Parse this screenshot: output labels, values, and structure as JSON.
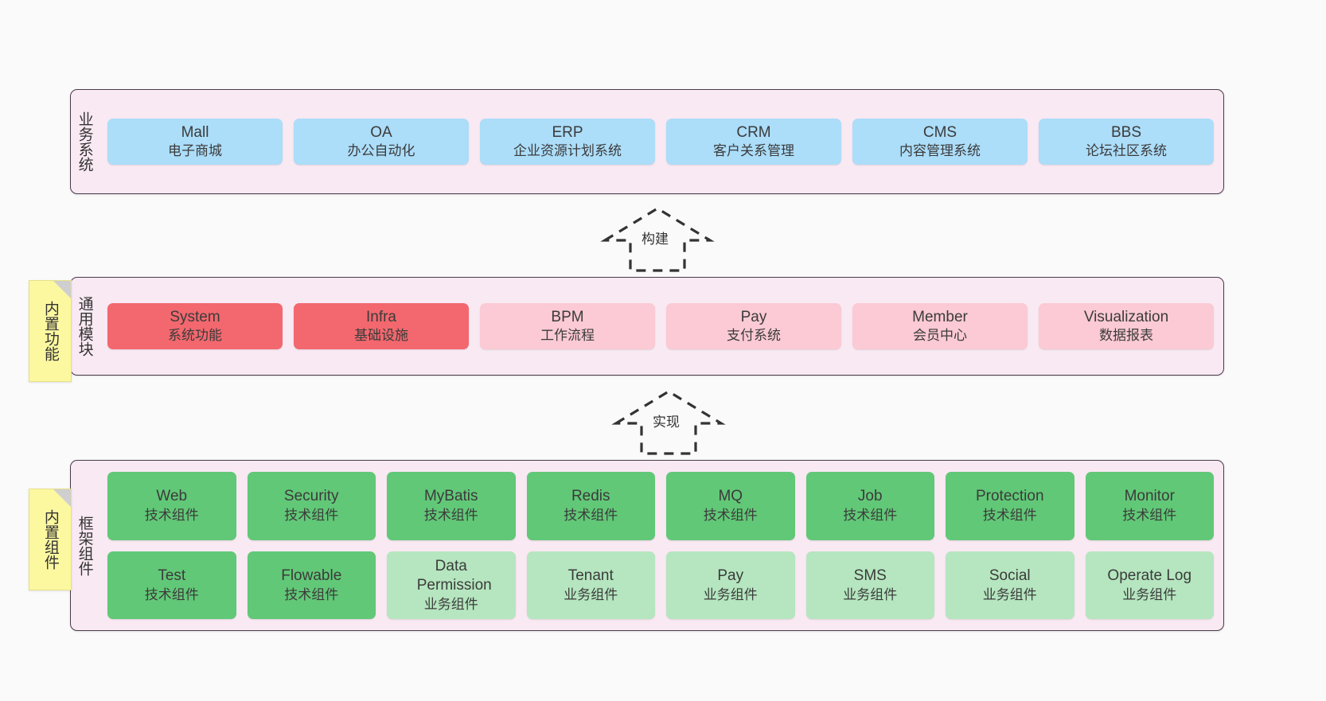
{
  "diagram": {
    "background": "#fafafa",
    "colors": {
      "layer_fill": "#f9e9f3",
      "layer_border": "#4a3b47",
      "blue": "#ACDDF9",
      "red": "#F2686E",
      "pink": "#FBCAD4",
      "green": "#61C877",
      "light_green": "#B5E6BF",
      "note_yellow": "#FCF8A0",
      "note_fold": "#cfcfcf"
    }
  },
  "layers": [
    {
      "id": "business-systems",
      "title": "业务系统",
      "nodes": [
        {
          "name": "Mall",
          "desc": "电子商城"
        },
        {
          "name": "OA",
          "desc": "办公自动化"
        },
        {
          "name": "ERP",
          "desc": "企业资源计划系统"
        },
        {
          "name": "CRM",
          "desc": "客户关系管理"
        },
        {
          "name": "CMS",
          "desc": "内容管理系统"
        },
        {
          "name": "BBS",
          "desc": "论坛社区系统"
        }
      ]
    },
    {
      "id": "common-modules",
      "title": "通用模块",
      "note": "内置功能",
      "nodes": [
        {
          "name": "System",
          "desc": "系统功能"
        },
        {
          "name": "Infra",
          "desc": "基础设施"
        },
        {
          "name": "BPM",
          "desc": "工作流程"
        },
        {
          "name": "Pay",
          "desc": "支付系统"
        },
        {
          "name": "Member",
          "desc": "会员中心"
        },
        {
          "name": "Visualization",
          "desc": "数据报表"
        }
      ]
    },
    {
      "id": "framework-components",
      "title": "框架组件",
      "note": "内置组件",
      "row1": [
        {
          "name": "Web",
          "desc": "技术组件"
        },
        {
          "name": "Security",
          "desc": "技术组件"
        },
        {
          "name": "MyBatis",
          "desc": "技术组件"
        },
        {
          "name": "Redis",
          "desc": "技术组件"
        },
        {
          "name": "MQ",
          "desc": "技术组件"
        },
        {
          "name": "Job",
          "desc": "技术组件"
        },
        {
          "name": "Protection",
          "desc": "技术组件"
        },
        {
          "name": "Monitor",
          "desc": "技术组件"
        }
      ],
      "row2": [
        {
          "name": "Test",
          "desc": "技术组件"
        },
        {
          "name": "Flowable",
          "desc": "技术组件"
        },
        {
          "name": "Data Permission",
          "desc": "业务组件"
        },
        {
          "name": "Tenant",
          "desc": "业务组件"
        },
        {
          "name": "Pay",
          "desc": "业务组件"
        },
        {
          "name": "SMS",
          "desc": "业务组件"
        },
        {
          "name": "Social",
          "desc": "业务组件"
        },
        {
          "name": "Operate Log",
          "desc": "业务组件"
        }
      ]
    }
  ],
  "connectors": [
    {
      "id": "build",
      "label": "构建"
    },
    {
      "id": "implement",
      "label": "实现"
    }
  ]
}
